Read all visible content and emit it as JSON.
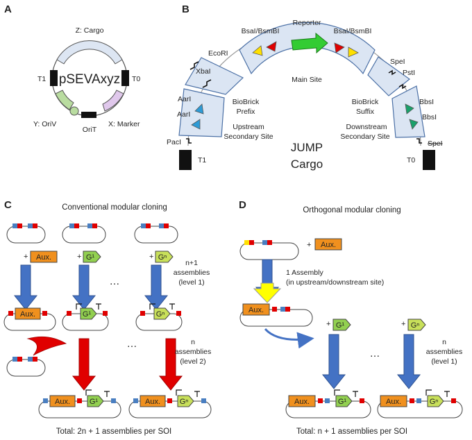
{
  "panels": {
    "a": "A",
    "b": "B",
    "c": "C",
    "d": "D"
  },
  "panel_a": {
    "plasmid_name": "pSEVAxyz",
    "cargo": "Z: Cargo",
    "t1": "T1",
    "t0": "T0",
    "oriv": "Y: OriV",
    "marker": "X: Marker",
    "orit": "OriT"
  },
  "panel_b": {
    "reporter": "Reporter",
    "bsai_left": "BsaI/BsmBI",
    "bsai_right": "BsaI/BsmBI",
    "ecori": "EcoRI",
    "xbai": "XbaI",
    "aari_1": "AarI",
    "aari_2": "AarI",
    "paci": "PacI",
    "t1": "T1",
    "spei_top": "SpeI",
    "psti": "PstI",
    "bbsi_1": "BbsI",
    "bbsi_2": "BbsI",
    "spei_bottom": "SpeI",
    "t0": "T0",
    "main_site": "Main Site",
    "biobrick_prefix": [
      "BioBrick",
      "Prefix"
    ],
    "biobrick_suffix": [
      "BioBrick",
      "Suffix"
    ],
    "upstream": [
      "Upstream",
      "Secondary Site"
    ],
    "downstream": [
      "Downstream",
      "Secondary Site"
    ],
    "jump_cargo": [
      "JUMP",
      "Cargo"
    ]
  },
  "panel_c": {
    "title": "Conventional modular cloning",
    "plus": "+",
    "aux": "Aux.",
    "g1": "G¹",
    "gn": "Gⁿ",
    "ellipsis": "…",
    "level1": [
      "n+1",
      "assemblies",
      "(level 1)"
    ],
    "level2": [
      "n",
      "assemblies",
      "(level 2)"
    ],
    "total": "Total: 2n + 1 assemblies per SOI"
  },
  "panel_d": {
    "title": "Orthogonal modular cloning",
    "plus": "+",
    "aux": "Aux.",
    "g1": "G¹",
    "gn": "Gⁿ",
    "ellipsis": "…",
    "one_assembly": [
      "1 Assembly",
      "(in upstream/downstream site)"
    ],
    "level1": [
      "n",
      "assemblies",
      "(level 1)"
    ],
    "total": "Total: n + 1 assemblies per SOI"
  },
  "colors": {
    "segment_fill": "#dbe5f3",
    "segment_stroke": "#4a6fa5",
    "aux_orange": "#f0901e",
    "gene_green": "#92d050",
    "gene_yellow_green": "#c8e05a",
    "arrow_blue": "#4472c4",
    "arrow_red": "#e00000",
    "arrow_yellow": "#ffff00",
    "site_red": "#e00000",
    "site_blue": "#4a7fc1",
    "site_yellow": "#ffe000",
    "triangle_cyan": "#2e9bd6",
    "triangle_green": "#1aa06a",
    "reporter_green": "#33cc33",
    "oriv_green": "#b9dca0",
    "marker_purple": "#e0c8ec",
    "cargo_blue": "#dde6f3"
  }
}
